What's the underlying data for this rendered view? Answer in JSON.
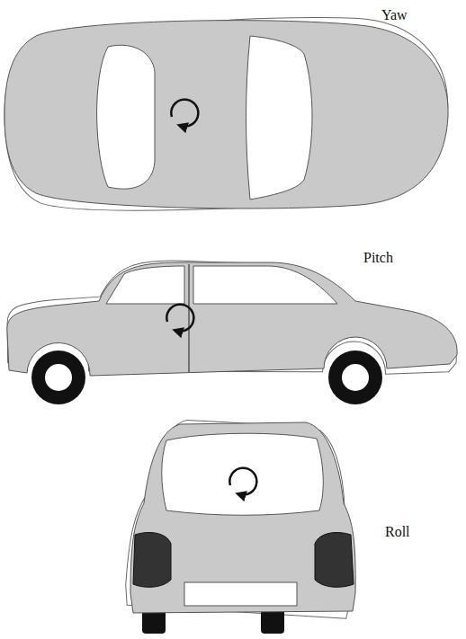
{
  "diagram": {
    "labels": [
      "Yaw",
      "Pitch",
      "Roll"
    ]
  }
}
